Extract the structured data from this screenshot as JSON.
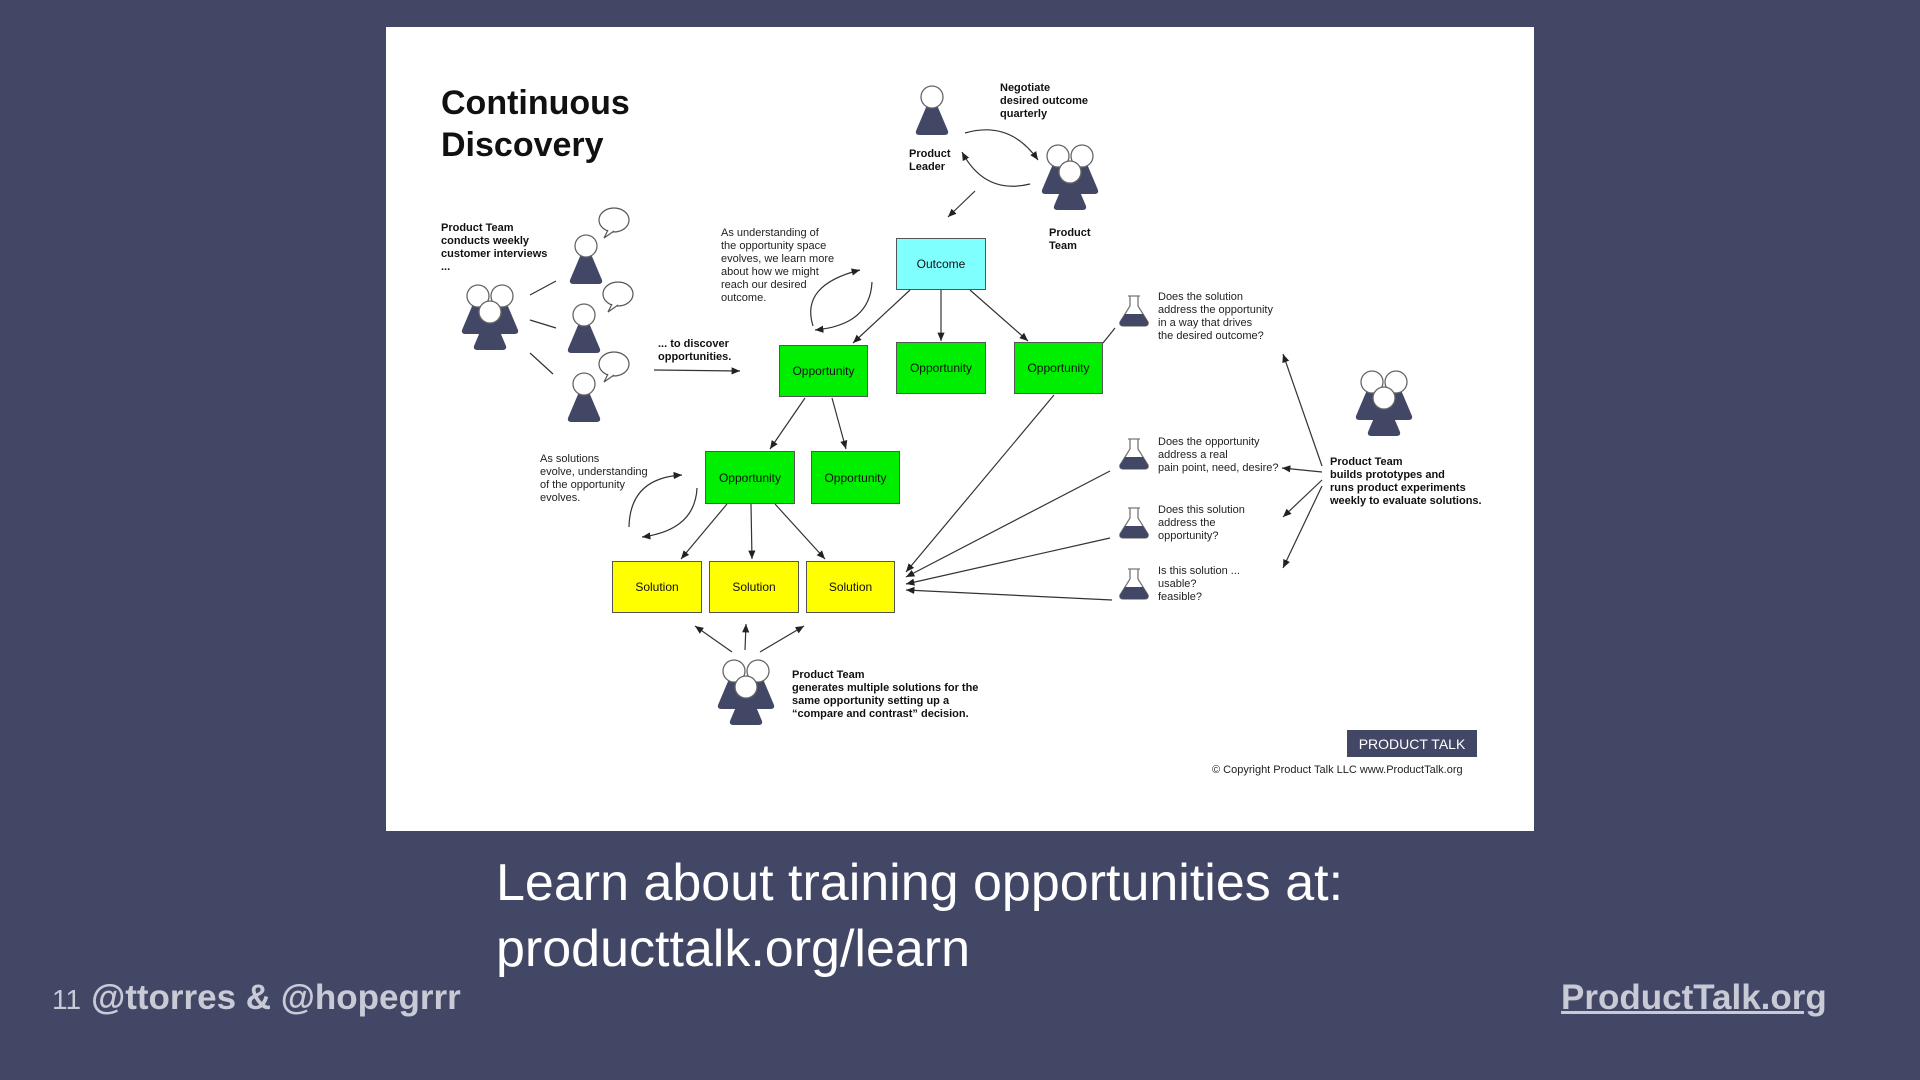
{
  "slide": {
    "number": "11",
    "authors": "@ttorres & @hopegrrr",
    "site_link": "ProductTalk.org",
    "learn_text": "Learn about training opportunities at:\nproducttalk.org/learn",
    "background_color": "#434766"
  },
  "diagram": {
    "title": "Continuous\nDiscovery",
    "colors": {
      "outcome": "#80ffff",
      "opportunity": "#00ee00",
      "solution": "#ffff00",
      "figure": "#434766"
    },
    "product_leader_label": "Product\nLeader",
    "negotiate_label": "Negotiate\ndesired outcome\nquarterly",
    "product_team_top_label": "Product\nTeam",
    "interviews_label": "Product Team\nconducts weekly\ncustomer interviews\n...",
    "discover_label": "... to discover\nopportunities.",
    "opportunity_space_note": "As understanding of\nthe opportunity space\nevolves, we learn more\nabout how we might\nreach our desired\noutcome.",
    "solutions_evolve_note": "As solutions\nevolve, understanding\nof the opportunity\nevolves.",
    "outcome": "Outcome",
    "opportunities": [
      "Opportunity",
      "Opportunity",
      "Opportunity",
      "Opportunity",
      "Opportunity"
    ],
    "solutions": [
      "Solution",
      "Solution",
      "Solution"
    ],
    "questions": [
      "Does the solution\naddress the opportunity\nin a way that drives\nthe desired outcome?",
      "Does the opportunity\naddress a real\npain point, need, desire?",
      "Does this solution\naddress the\nopportunity?",
      "Is this solution ...\nusable?\nfeasible?"
    ],
    "experiments_label_title": "Product Team",
    "experiments_label": "builds prototypes and\nruns product experiments\nweekly to evaluate solutions.",
    "generates_label_title": "Product Team",
    "generates_label": "generates multiple solutions for the\nsame opportunity setting up a\n“compare and contrast” decision.",
    "badge": "PRODUCT TALK",
    "copyright": "© Copyright Product Talk LLC www.ProductTalk.org"
  }
}
